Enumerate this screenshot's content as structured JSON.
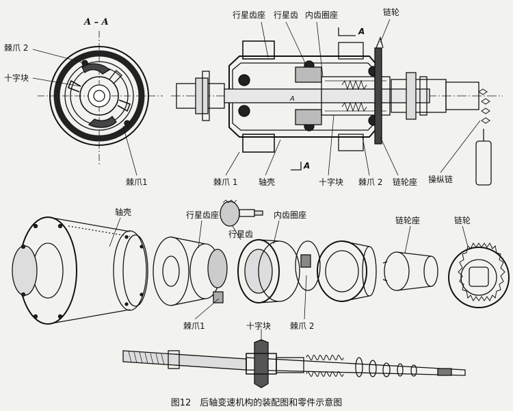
{
  "section_view": {
    "title": "A – A",
    "labels": {
      "pawl2": "棘爪 2",
      "cross_block": "十字块",
      "pawl1": "棘爪1"
    }
  },
  "assembly": {
    "top_labels": {
      "planet_carrier": "行星齿座",
      "planet_gear": "行星齿",
      "ring_gear_seat": "内齿圈座",
      "sprocket": "链轮"
    },
    "bottom_labels": {
      "pawl1": "棘爪 1",
      "hub_shell": "轴壳",
      "cross_block": "十字块",
      "pawl2": "棘爪 2",
      "sprocket_seat": "链轮座",
      "control_chain": "操纵链"
    },
    "section_marks": {
      "top": "A",
      "mid": "A",
      "bottom": "A"
    }
  },
  "exploded": {
    "labels": {
      "hub_shell": "轴壳",
      "planet_carrier": "行星齿座",
      "ring_gear_seat": "内齿圈座",
      "planet_gear": "行星齿",
      "pawl1": "棘爪1",
      "cross_block": "十字块",
      "pawl2": "棘爪 2",
      "sprocket_seat": "链轮座",
      "sprocket": "链轮"
    }
  },
  "caption": "图12　后轴变速机构的装配图和零件示意图"
}
